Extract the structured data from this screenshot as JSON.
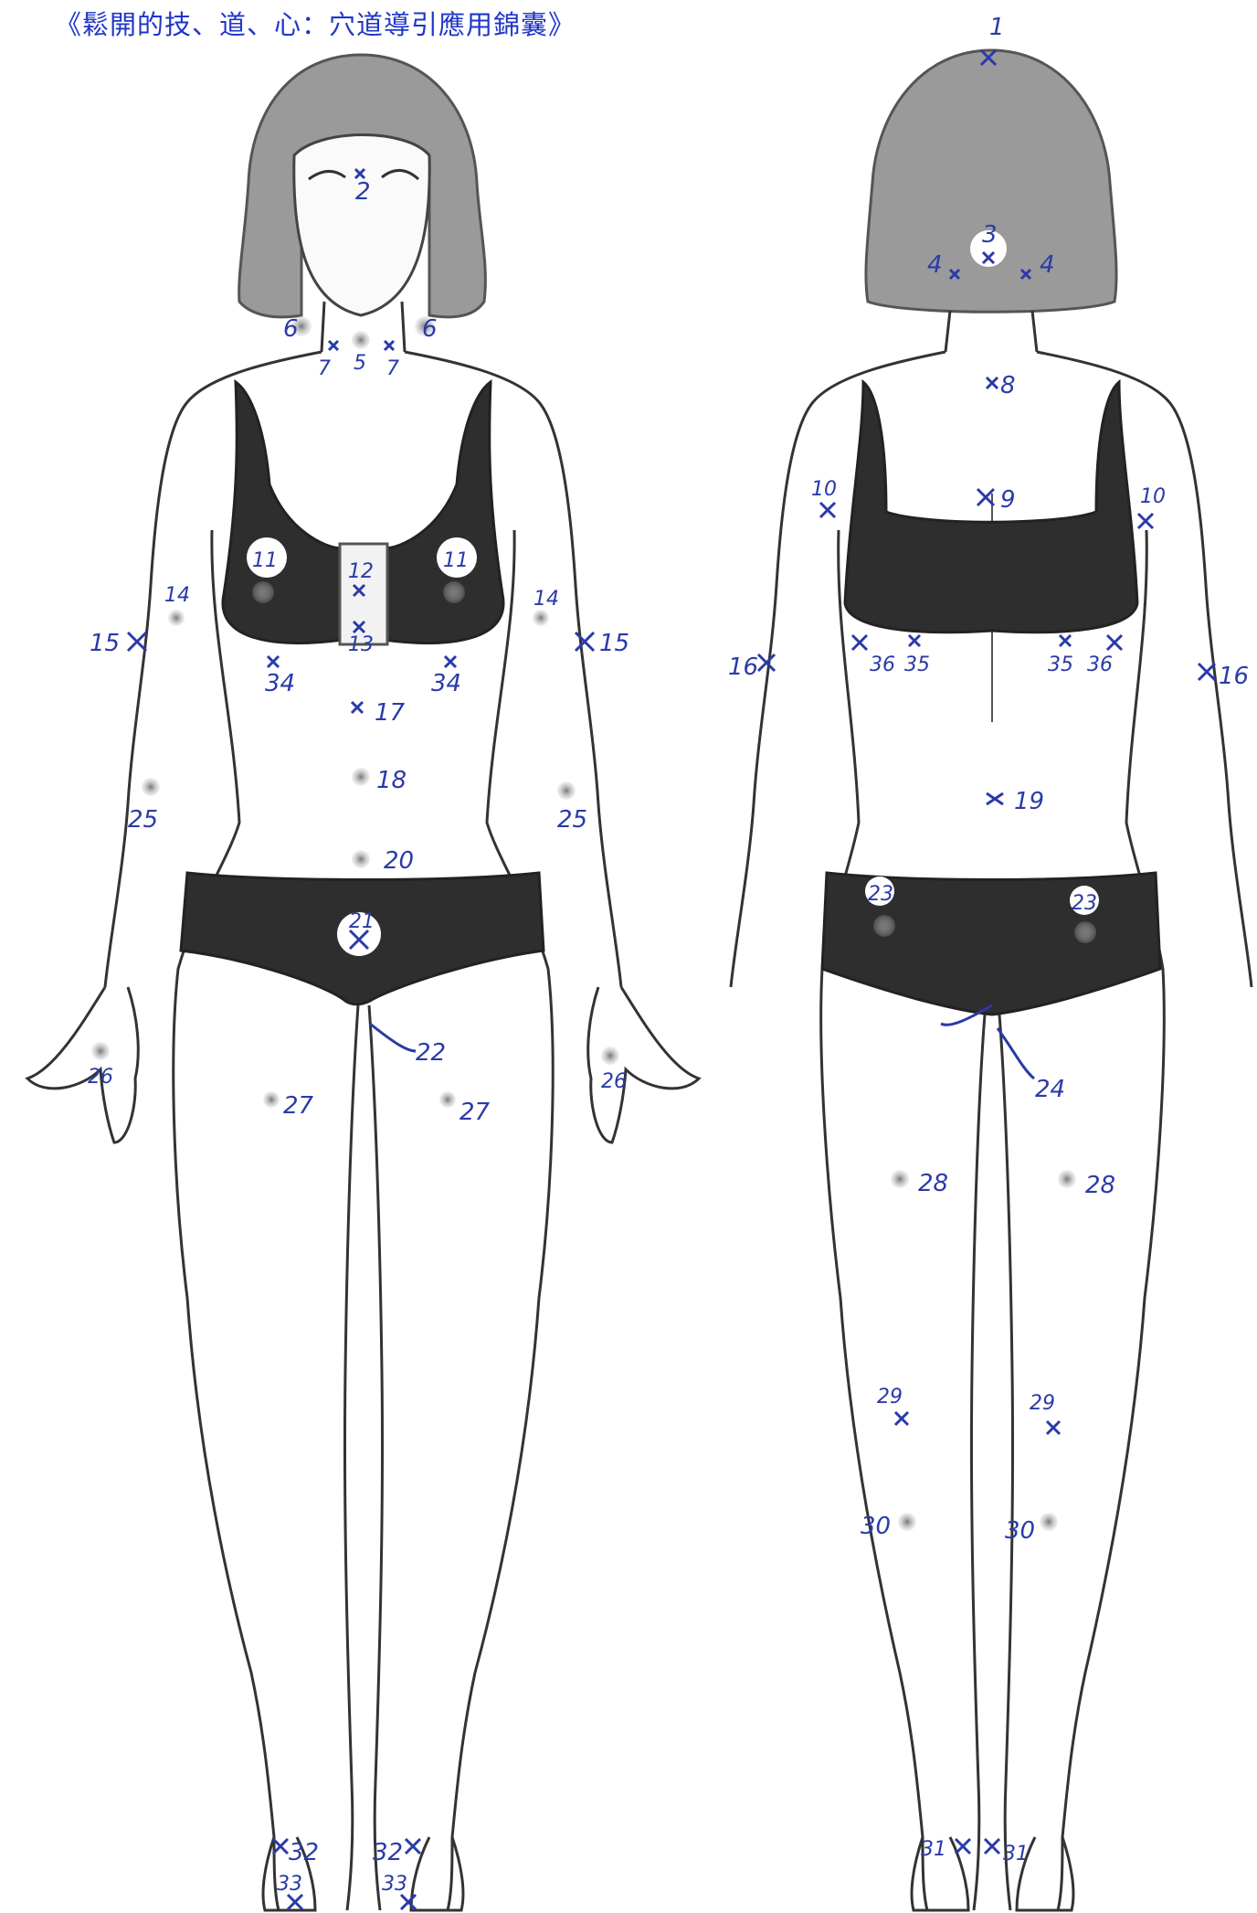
{
  "title": "《鬆開的技、道、心：穴道導引應用錦囊》",
  "colors": {
    "ink": "#2a3aa8",
    "title": "#1f35c8",
    "hair": "#8a8a8a",
    "garment": "#2e2e2e",
    "outline": "#333333"
  },
  "points": {
    "p1": "1",
    "p2": "2",
    "p3": "3",
    "p4": "4",
    "p5": "5",
    "p6": "6",
    "p7": "7",
    "p8": "8",
    "p9": "9",
    "p10": "10",
    "p11": "11",
    "p12": "12",
    "p13": "13",
    "p14": "14",
    "p15": "15",
    "p16": "16",
    "p17": "17",
    "p18": "18",
    "p19": "19",
    "p20": "20",
    "p21": "21",
    "p22": "22",
    "p23": "23",
    "p24": "24",
    "p25": "25",
    "p26": "26",
    "p27": "27",
    "p28": "28",
    "p29": "29",
    "p30": "30",
    "p31": "31",
    "p32": "32",
    "p33": "33",
    "p34": "34",
    "p35": "35",
    "p36": "36"
  }
}
